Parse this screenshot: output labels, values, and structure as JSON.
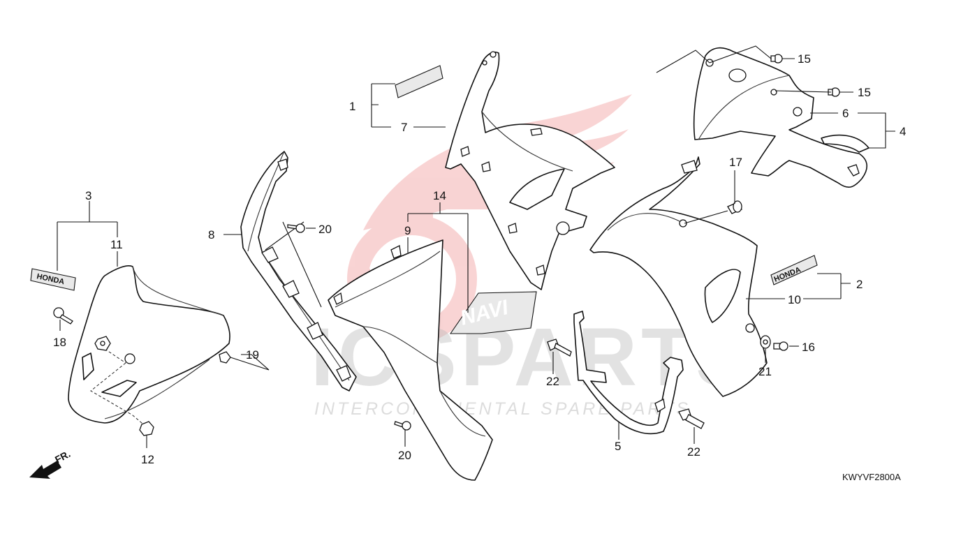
{
  "diagram": {
    "code": "KWYVF2800A",
    "direction_label": "FR.",
    "watermark": {
      "brand": "ICSPARTS",
      "tagline": "INTERCONTINENTAL SPARE PARTS"
    },
    "emblem_text": "HONDA",
    "decal_text": "NAVI",
    "callouts": {
      "c1": "1",
      "c2": "2",
      "c3": "3",
      "c4": "4",
      "c5": "5",
      "c6": "6",
      "c7": "7",
      "c8": "8",
      "c9": "9",
      "c10": "10",
      "c11": "11",
      "c12": "12",
      "c14": "14",
      "c15a": "15",
      "c15b": "15",
      "c16": "16",
      "c17": "17",
      "c18": "18",
      "c19": "19",
      "c20a": "20",
      "c20b": "20",
      "c21": "21",
      "c22a": "22",
      "c22b": "22"
    },
    "colors": {
      "line": "#111111",
      "watermark_red": "#e23b3b"
    }
  }
}
